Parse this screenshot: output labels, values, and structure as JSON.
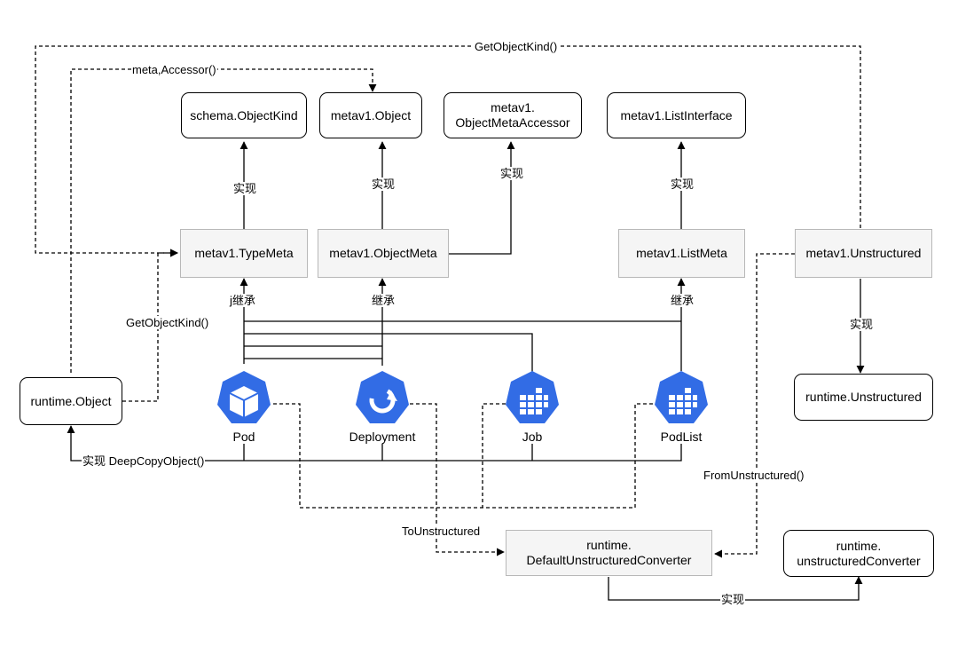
{
  "boxes": {
    "schema_objectkind": "schema.ObjectKind",
    "metav1_object": "metav1.Object",
    "metav1_objectmetaaccessor": "metav1.\nObjectMetaAccessor",
    "metav1_listinterface": "metav1.ListInterface",
    "metav1_typemeta": "metav1.TypeMeta",
    "metav1_objectmeta": "metav1.ObjectMeta",
    "metav1_listmeta": "metav1.ListMeta",
    "metav1_unstructured": "metav1.Unstructured",
    "runtime_unstructured": "runtime.Unstructured",
    "runtime_object": "runtime.Object",
    "runtime_defaultunstructuredconverter": "runtime.\nDefaultUnstructuredConverter",
    "runtime_unstructuredconverter": "runtime.\nunstructuredConverter"
  },
  "resources": {
    "pod": "Pod",
    "deployment": "Deployment",
    "job": "Job",
    "podlist": "PodList"
  },
  "edge_labels": {
    "getobjectkind_top": "GetObjectKind()",
    "meta_accessor": "meta,Accessor()",
    "impl_typemeta": "实现",
    "impl_objectmeta": "实现",
    "impl_accessor": "实现",
    "impl_listmeta": "实现",
    "inherit_typemeta": "j继承",
    "inherit_objectmeta": "继承",
    "inherit_listmeta": "继承",
    "impl_unstructured": "实现",
    "getobjectkind_left": "GetObjectKind()",
    "impl_deepcopy": "实现 DeepCopyObject()",
    "from_unstructured": "FromUnstructured()",
    "to_unstructured": "ToUnstructured",
    "impl_converter": "实现"
  },
  "colors": {
    "k8s_blue": "#326ce5",
    "gray_fill": "#f5f5f5",
    "gray_border": "#b8b8b8",
    "line": "#000000"
  },
  "icons": {
    "pod": "kubernetes-pod-icon",
    "deployment": "kubernetes-deployment-icon",
    "job": "kubernetes-job-icon",
    "podlist": "kubernetes-podlist-icon"
  }
}
